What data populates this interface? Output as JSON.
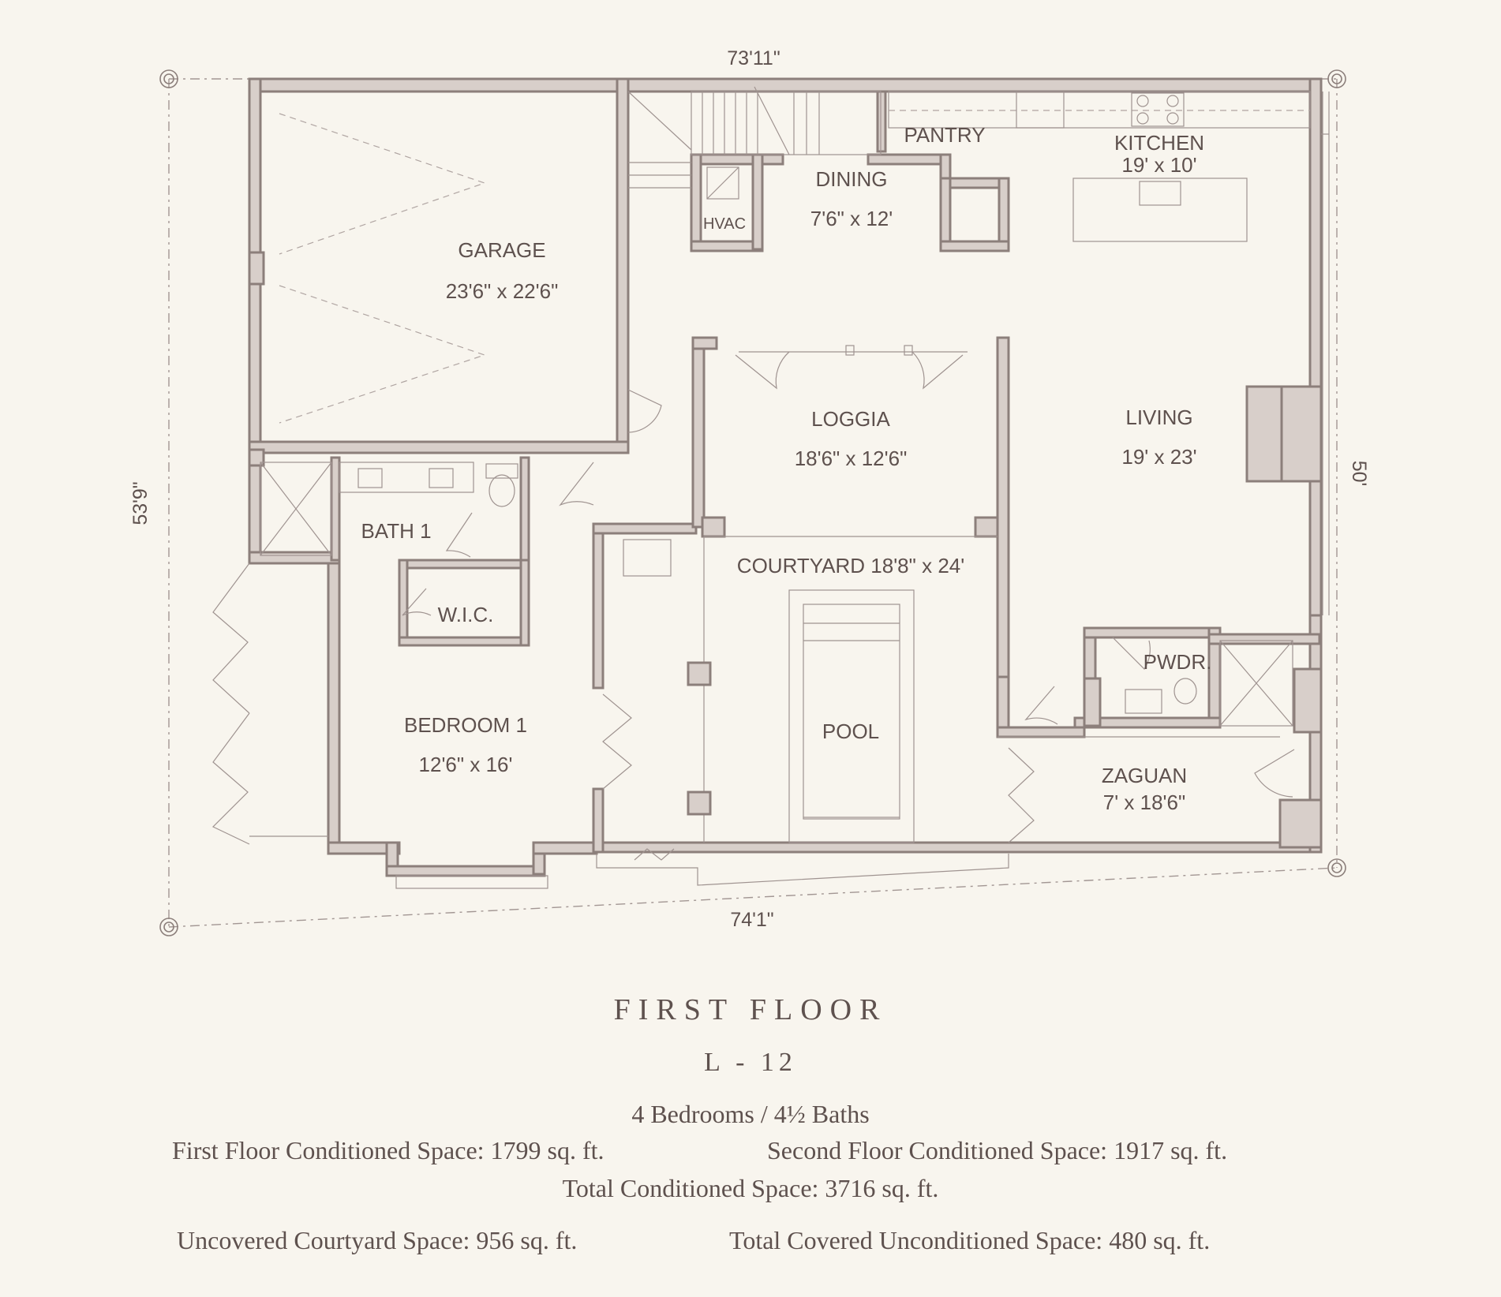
{
  "dimensions": {
    "top": "73'11\"",
    "bottom": "74'1\"",
    "left": "53'9\"",
    "right": "50'"
  },
  "rooms": {
    "garage": {
      "name": "GARAGE",
      "size": "23'6\" x 22'6\""
    },
    "pantry": {
      "name": "PANTRY"
    },
    "kitchen": {
      "name": "KITCHEN",
      "size": "19' x 10'"
    },
    "dining": {
      "name": "DINING",
      "size": "7'6\" x 12'"
    },
    "hvac": {
      "name": "HVAC"
    },
    "loggia": {
      "name": "LOGGIA",
      "size": "18'6\" x 12'6\""
    },
    "living": {
      "name": "LIVING",
      "size": "19' x 23'"
    },
    "bath1": {
      "name": "BATH 1"
    },
    "wic": {
      "name": "W.I.C."
    },
    "courtyard": {
      "name": "COURTYARD 18'8\" x 24'"
    },
    "pool": {
      "name": "POOL"
    },
    "pwdr": {
      "name": "PWDR."
    },
    "bedroom1": {
      "name": "BEDROOM 1",
      "size": "12'6\" x 16'"
    },
    "zaguan": {
      "name": "ZAGUAN",
      "size": "7' x 18'6\""
    }
  },
  "info": {
    "title": "FIRST FLOOR",
    "model": "L - 12",
    "beds_baths": "4 Bedrooms / 4½ Baths",
    "first_floor": "First Floor Conditioned Space: 1799 sq. ft.",
    "second_floor": "Second Floor Conditioned Space: 1917 sq. ft.",
    "total_conditioned": "Total Conditioned Space: 3716 sq. ft.",
    "courtyard_space": "Uncovered Courtyard Space: 956 sq. ft.",
    "unconditioned": "Total Covered Unconditioned Space: 480 sq. ft."
  },
  "colors": {
    "background": "#f8f5ee",
    "wall_fill": "#d8cfca",
    "wall_stroke": "#8c7f7b",
    "text": "#5e514e"
  }
}
